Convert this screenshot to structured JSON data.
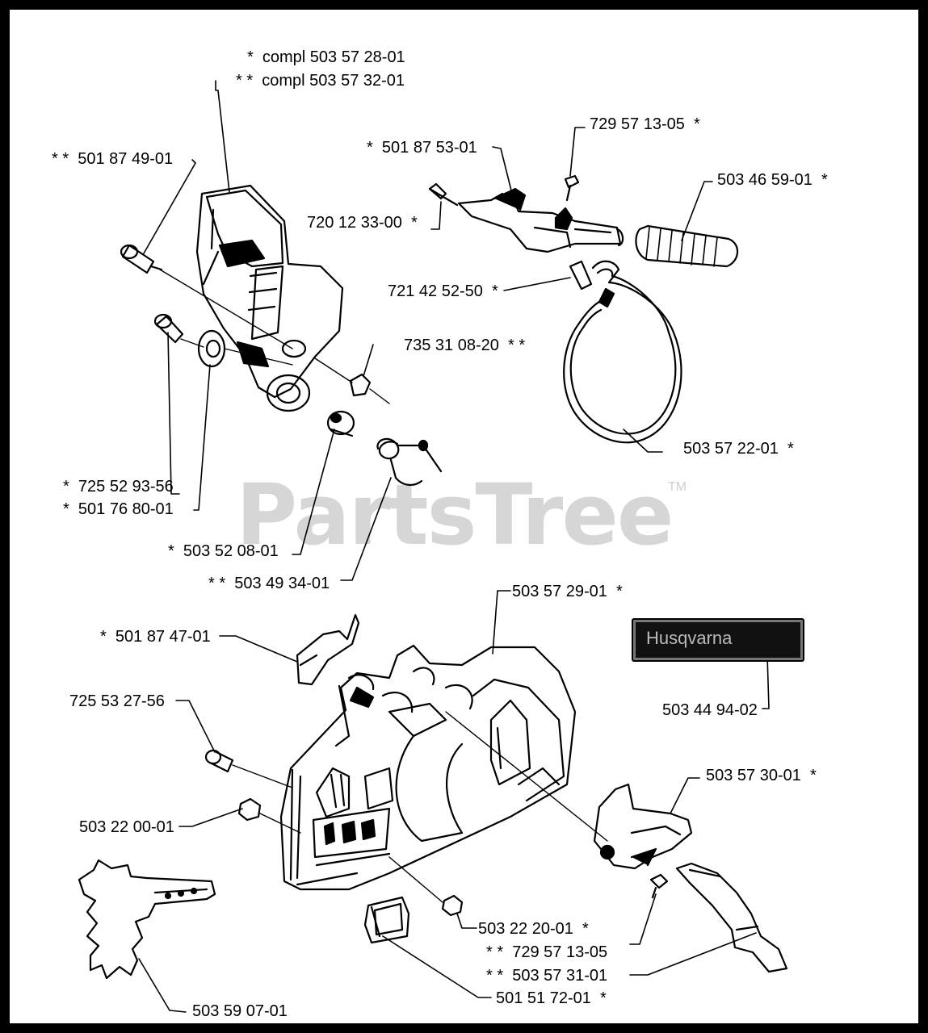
{
  "watermark": {
    "text": "PartsTree",
    "tm": "TM"
  },
  "badge": {
    "text": "Husqvarna"
  },
  "labels": {
    "compl_1": "*  compl 503 57 28-01",
    "compl_2": "* *  compl 503 57 32-01",
    "p501874901": "* *  501 87 49-01",
    "p501875301": "*  501 87 53-01",
    "p729571305a": "729 57 13-05  *",
    "p503465901": "503 46 59-01  *",
    "p720123300": "720 12 33-00  *",
    "p721425250": "721 42 52-50  *",
    "p735310820": "735 31 08-20  * *",
    "p503572201": "503 57 22-01  *",
    "p725529356": "*  725 52 93-56",
    "p501768001": "*  501 76 80-01",
    "p503520801": "*  503 52 08-01",
    "p503493401": "* *  503 49 34-01",
    "p503572901": "503 57 29-01  *",
    "p501874701": "*  501 87 47-01",
    "p503449402": "503 44 94-02",
    "p725532756": "725 53 27-56",
    "p503573001": "503 57 30-01  *",
    "p503220001": "503 22 00-01",
    "p503222001": "503 22 20-01  *",
    "p729571305b": "* *  729 57 13-05",
    "p503573101": "* *  503 57 31-01",
    "p501517201": "501 51 72-01  *",
    "p503590701": "503 59 07-01"
  }
}
